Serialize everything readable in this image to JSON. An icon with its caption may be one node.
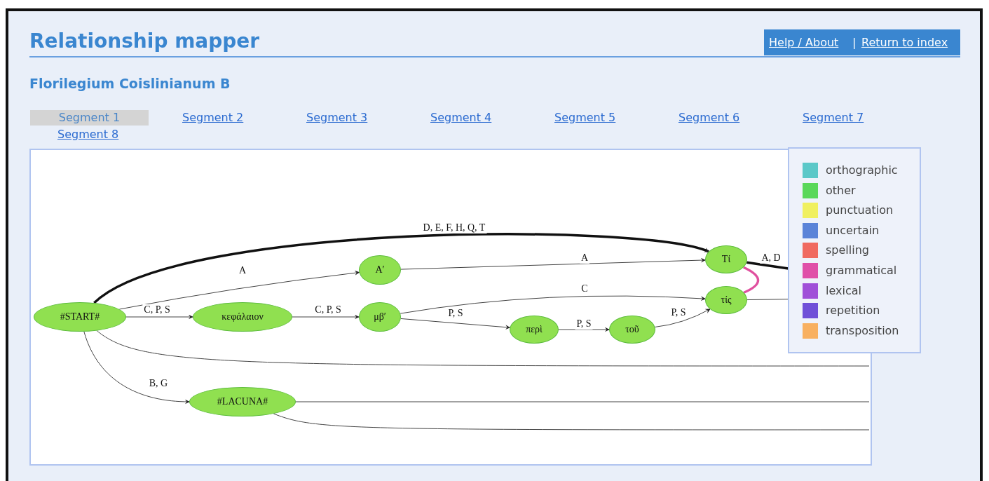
{
  "diagram": {
    "title": "Relationship mapper",
    "nodes": [
      {
        "text": [
          "#START#"
        ]
      },
      {
        "text": [
          "A′"
        ]
      },
      {
        "text": [
          "κεφάλαιον"
        ]
      },
      {
        "text": [
          "μβ′"
        ]
      },
      {
        "text": [
          "περὶ"
        ]
      },
      {
        "text": [
          "τοῦ"
        ]
      },
      {
        "text": [
          "Τί"
        ]
      },
      {
        "text": [
          "τίς"
        ]
      },
      {
        "text": [
          "#LACUNA#"
        ]
      }
    ],
    "edges": [
      {
        "from": 0,
        "to": 6,
        "arrow": "to",
        "label": "D, E, F, H, Q, T",
        "style": "thick"
      },
      {
        "from": 0,
        "to": 1,
        "arrow": "to",
        "label": "A"
      },
      {
        "from": 0,
        "to": 2,
        "arrow": "to",
        "label": "C, P, S"
      },
      {
        "from": 2,
        "to": 3,
        "arrow": "to",
        "label": "C, P, S"
      },
      {
        "from": 1,
        "to": 6,
        "arrow": "to",
        "label": "A"
      },
      {
        "from": 3,
        "to": 7,
        "arrow": "to",
        "label": "C"
      },
      {
        "from": 3,
        "to": 4,
        "arrow": "to",
        "label": "P, S"
      },
      {
        "from": 4,
        "to": 5,
        "arrow": "to",
        "label": "P, S"
      },
      {
        "from": 5,
        "to": 7,
        "arrow": "to",
        "label": "P, S"
      },
      {
        "from": 6,
        "to": 7,
        "arrow": "none",
        "style": "thick",
        "color": "#e0509f"
      },
      {
        "from": 0,
        "to": null,
        "arrow": "none"
      },
      {
        "from": 0,
        "to": 8,
        "arrow": "to",
        "label": "B, G"
      },
      {
        "from": 8,
        "to": null,
        "arrow": "none"
      },
      {
        "from": 8,
        "to": null,
        "arrow": "none"
      },
      {
        "from": 6,
        "to": null,
        "arrow": "none",
        "label": "A, D",
        "style": "thick"
      },
      {
        "from": 7,
        "to": null,
        "arrow": "none"
      }
    ],
    "labels": [
      "Help / About",
      "|",
      "Return to index",
      "Florilegium Coislinianum B",
      "Segment 1",
      "Segment 2",
      "Segment 3",
      "Segment 4",
      "Segment 5",
      "Segment 6",
      "Segment 7",
      "Segment 8"
    ],
    "legend": [
      {
        "text": "orthographic",
        "color": "#5bc8c8"
      },
      {
        "text": "other",
        "color": "#5ad85a"
      },
      {
        "text": "punctuation",
        "color": "#f0f060"
      },
      {
        "text": "uncertain",
        "color": "#5b84d8"
      },
      {
        "text": "spelling",
        "color": "#f06a60"
      },
      {
        "text": "grammatical",
        "color": "#e050a8"
      },
      {
        "text": "lexical",
        "color": "#a050d8"
      },
      {
        "text": "repetition",
        "color": "#7050d8"
      },
      {
        "text": "transposition",
        "color": "#f8b060"
      }
    ]
  }
}
